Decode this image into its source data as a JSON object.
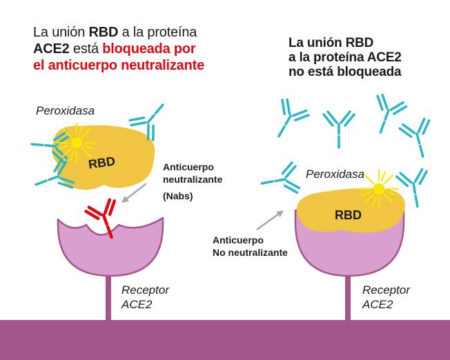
{
  "left_panel": {
    "title_line1_a": "La unión ",
    "title_line1_b": "RBD",
    "title_line1_c": " a la proteína",
    "title_line2_a": "ACE2",
    "title_line2_b": " está ",
    "title_line2_c": "bloqueada por",
    "title_line3": "el anticuerpo neutralizante",
    "enzyme_label": "Peroxidasa",
    "rbd_label": "RBD",
    "antibody_label_line1": "Anticuerpo",
    "antibody_label_line2": "neutralizante",
    "antibody_label_line3": "(Nabs)",
    "receptor_label_line1": "Receptor",
    "receptor_label_line2": "ACE2"
  },
  "right_panel": {
    "title_line1": "La unión RBD",
    "title_line2": "a la proteína ACE2",
    "title_line3": "no está bloqueada",
    "enzyme_label": "Peroxidasa",
    "rbd_label": "RBD",
    "antibody_label_line1": "Anticuerpo",
    "antibody_label_line2": "No neutralizante",
    "receptor_label_line1": "Receptor",
    "receptor_label_line2": "ACE2"
  },
  "colors": {
    "rbd": "#f0c541",
    "receptor_fill": "#d9a0cf",
    "receptor_stroke": "#a3568c",
    "membrane": "#a3568c",
    "antibody_cyan": "#2bb6c6",
    "antibody_red": "#e30613",
    "enzyme_yellow": "#ffe600",
    "emphasis_red": "#e30613"
  }
}
